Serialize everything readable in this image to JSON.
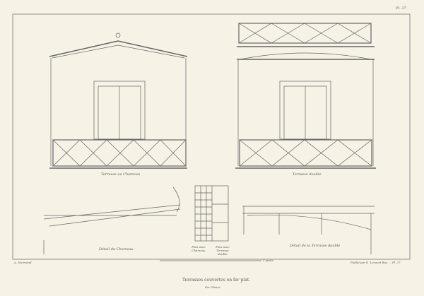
{
  "plate_number": "Pl. 37",
  "captions": {
    "top_left": "Terrasse au Chameau",
    "top_right": "Terrasse double",
    "bottom_left": "Détail du Chameau",
    "bottom_right": "Détail de la Terrasse double",
    "plan_left": "Plan avec Chameau",
    "plan_right": "Plan avec Terrasse double"
  },
  "scale_label": "5 pieds",
  "title": "Terrasses couvertes en fer plat.",
  "subtitle": "Par Olivier",
  "engraver": "A. Normand",
  "publisher": "Publié par E. Lesourt Rue … Pl. 37",
  "colors": {
    "paper": "#f6f2e6",
    "ink": "#555555"
  }
}
